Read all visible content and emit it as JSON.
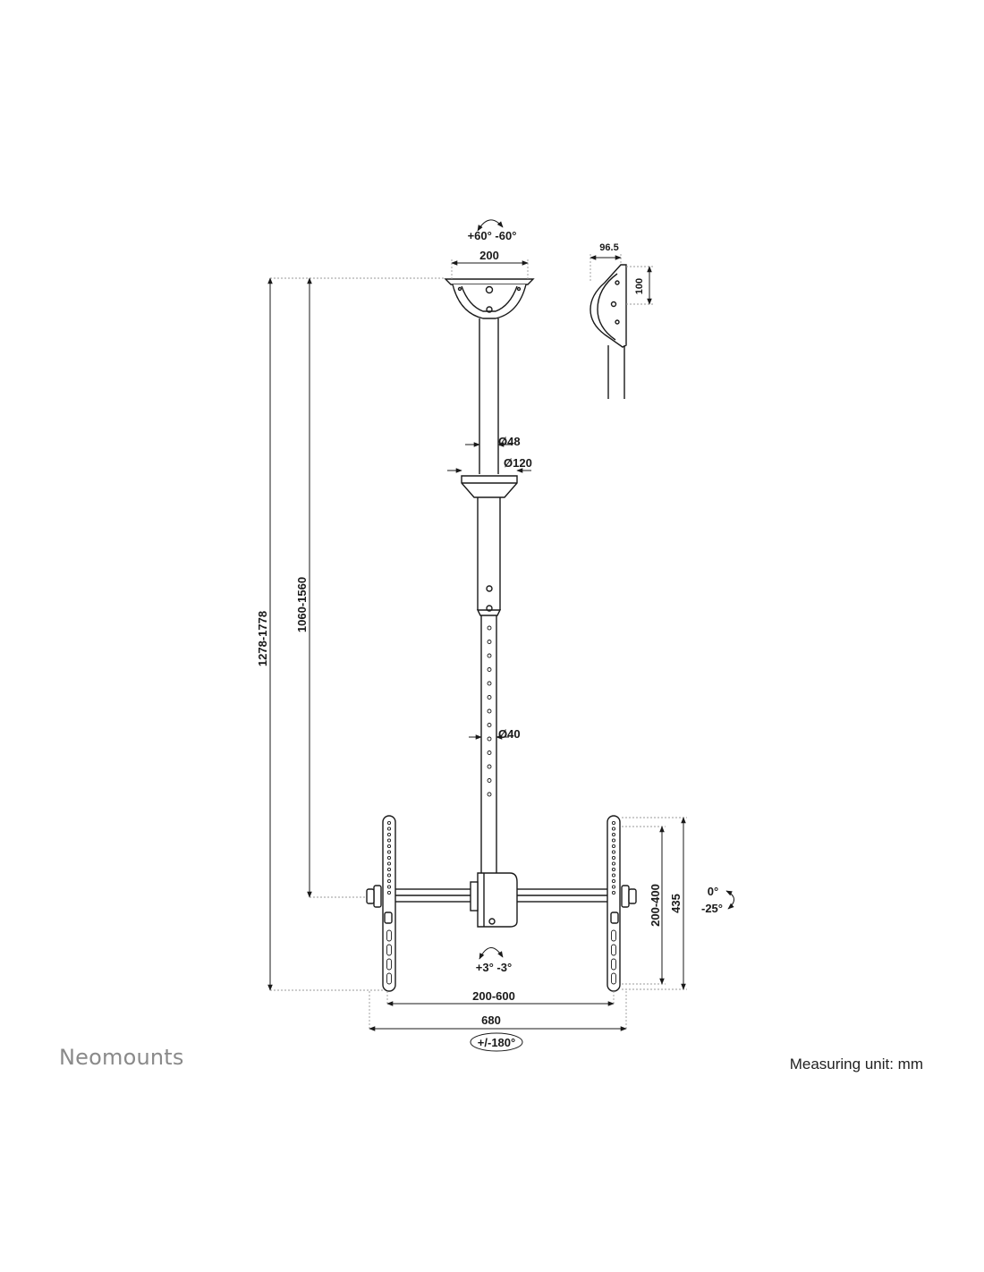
{
  "brand": {
    "name": "Neomounts"
  },
  "footer": {
    "measuring_unit": "Measuring unit: mm"
  },
  "labels": {
    "swivel_top": "+60° -60°",
    "plate_width": "200",
    "side_depth": "96.5",
    "side_height": "100",
    "pole_diameter_upper": "Ø48",
    "collar_diameter": "Ø120",
    "pole_diameter_lower": "Ø40",
    "total_height": "1278-1778",
    "pole_height": "1060-1560",
    "tilt_upper": "0°",
    "tilt_lower": "-25°",
    "vesa_vertical": "200-400",
    "arm_height": "435",
    "rotation": "+3° -3°",
    "vesa_horizontal": "200-600",
    "total_width": "680",
    "swivel_bottom": "+/-180°"
  }
}
